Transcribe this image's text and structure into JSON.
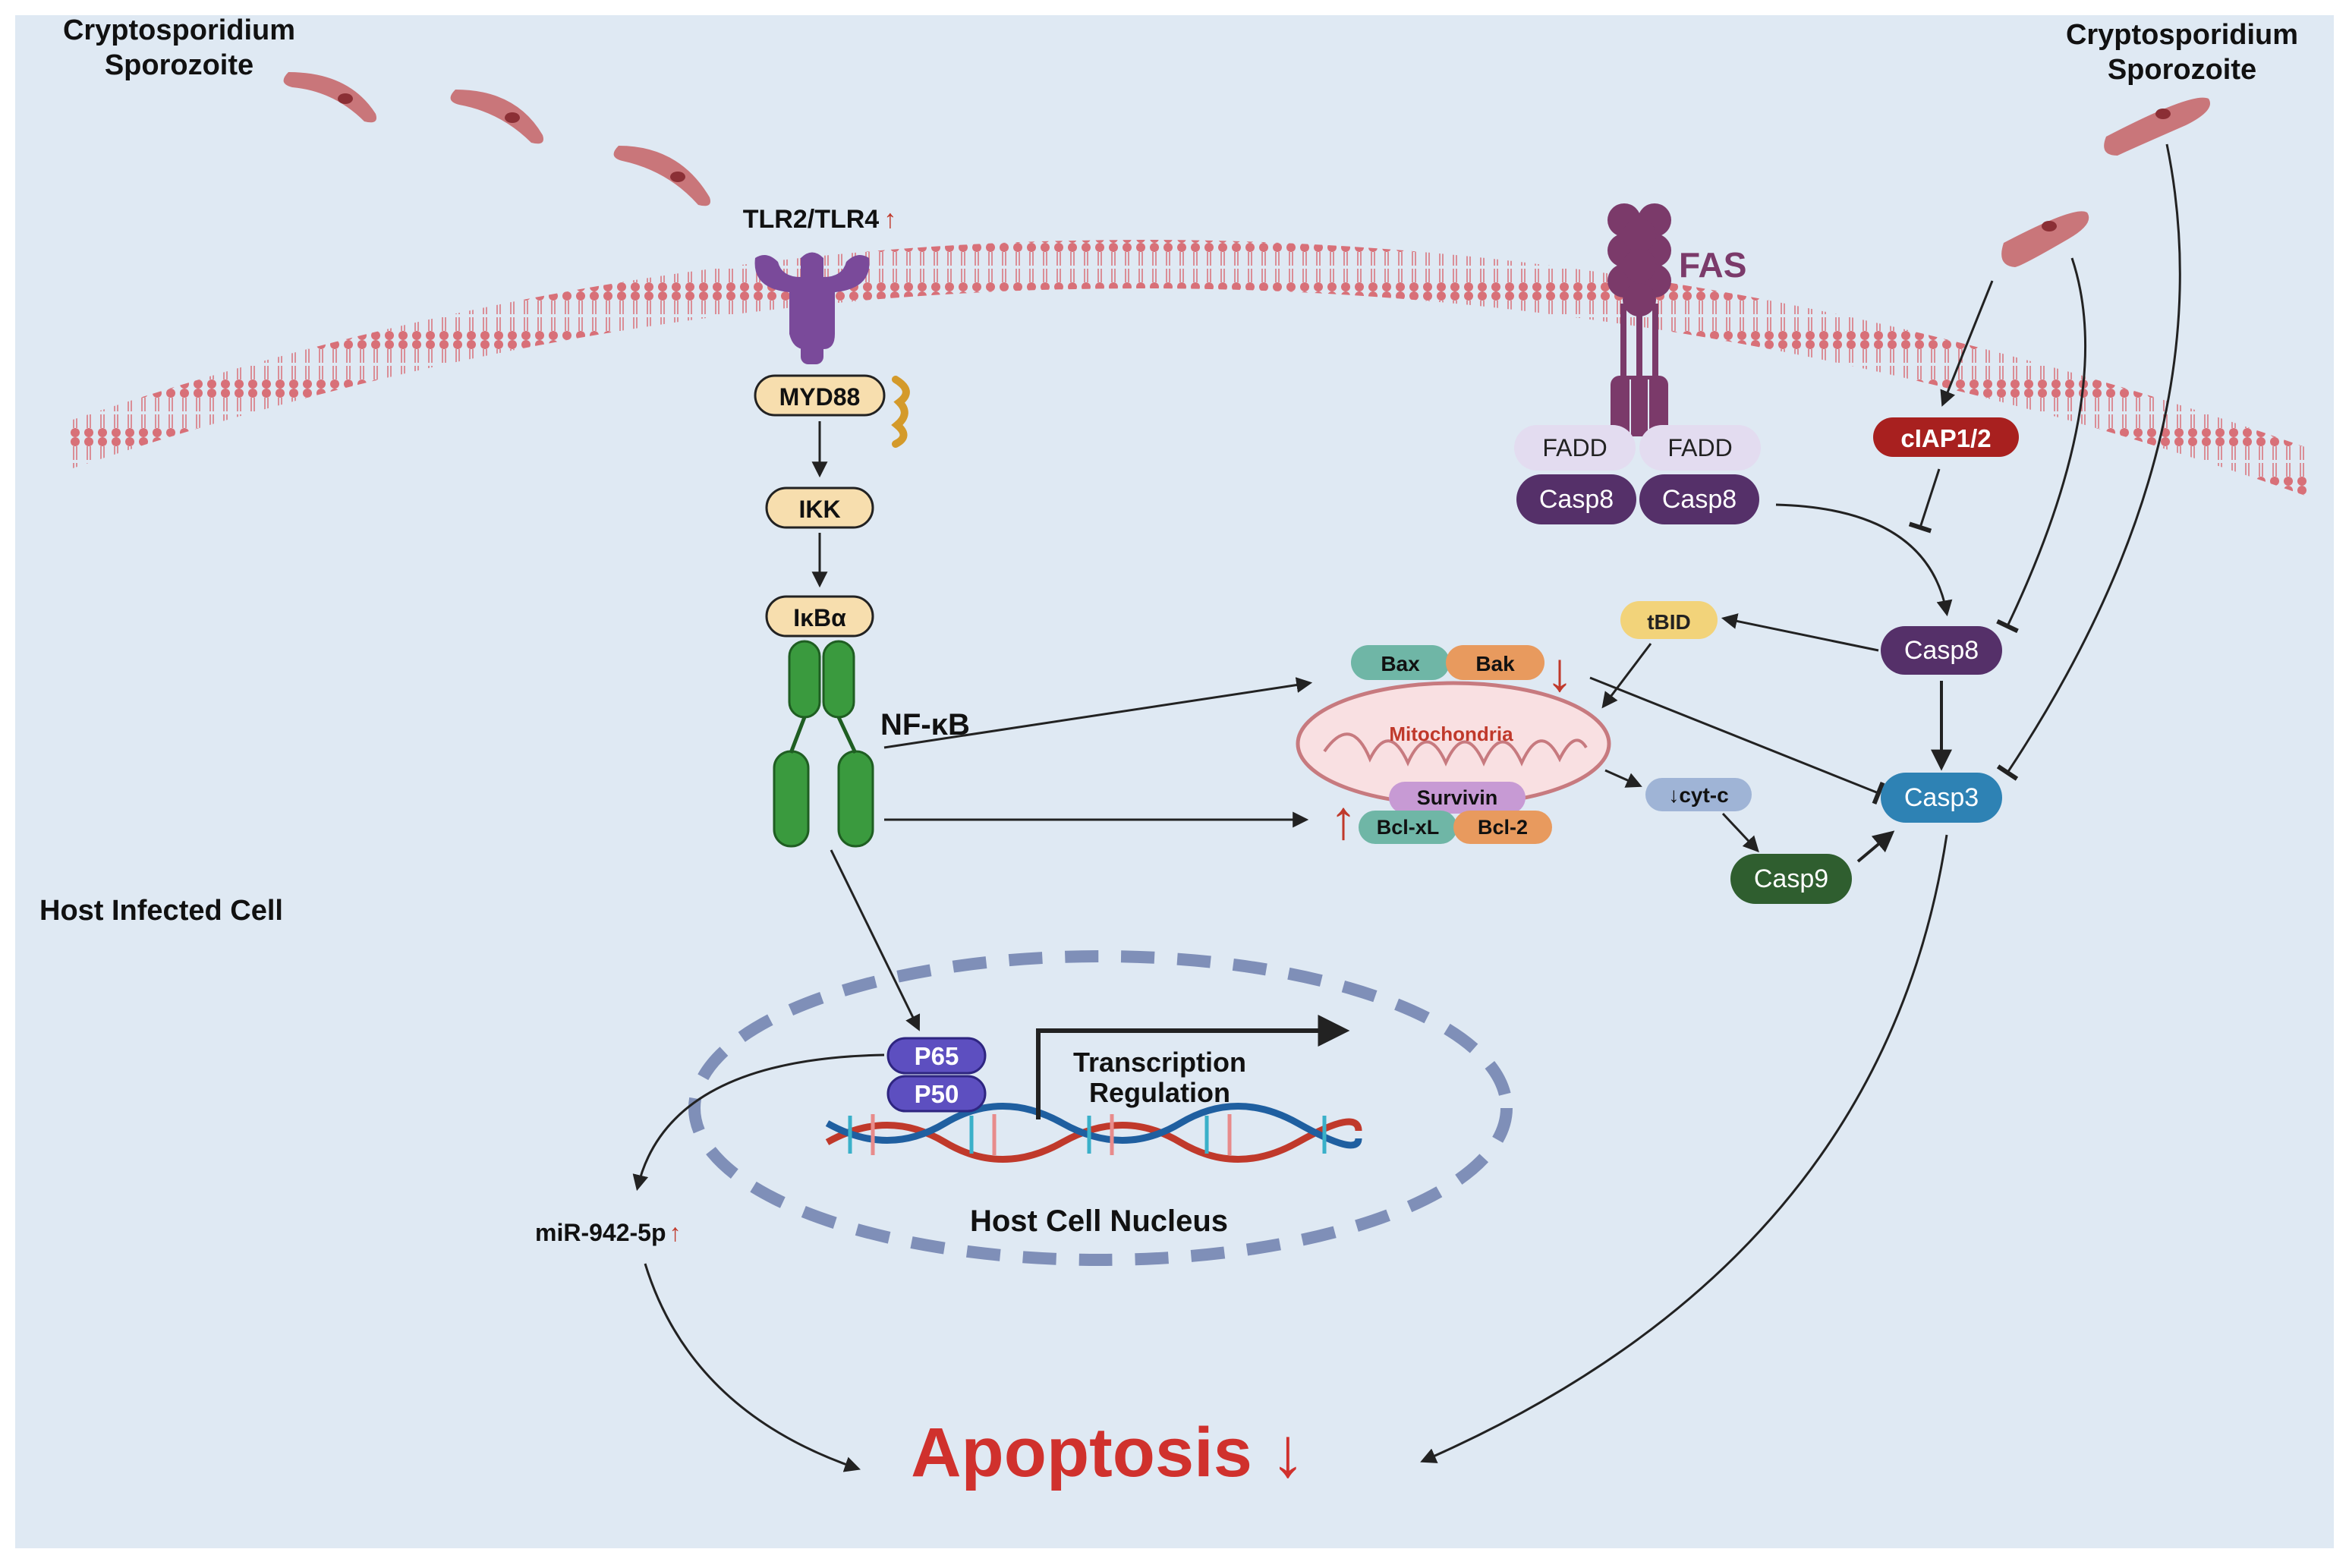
{
  "colors": {
    "background": "#dfe9f3",
    "membrane": "#d87078",
    "tlr": "#7a4a9a",
    "fas": "#7b3a6a",
    "casp8": "#553069",
    "fadd": "#e3dcf0",
    "ciap": "#a8201f",
    "casp3": "#2e82b4",
    "casp9": "#2f5e2f",
    "nfkb": "#3a9a3e",
    "p65p50": "#5d4fc0",
    "tbid": "#f2d37a",
    "bax": "#6fb6a6",
    "bak": "#e89a5e",
    "survivin": "#c79ad4",
    "bclxl": "#6fb6a6",
    "bcl2": "#e89a5e",
    "cytc": "#9fb4d6",
    "apoptosis": "#d0312d",
    "red_arrow": "#c0392b",
    "nucleus_dash": "#7f8fb8",
    "sporozoite": "#c9767a"
  },
  "labels": {
    "sporozoite_left": [
      "Cryptosporidium",
      "Sporozoite"
    ],
    "sporozoite_right": [
      "Cryptosporidium",
      "Sporozoite"
    ],
    "tlr": "TLR2/TLR4",
    "up_arrow": "↑",
    "down_arrow": "↓",
    "myd88": "MYD88",
    "ikk": "IKK",
    "ikba": "IκBα",
    "nfkb": "NF-κB",
    "fas": "FAS",
    "fadd_left": "FADD",
    "fadd_right": "FADD",
    "casp8_left": "Casp8",
    "casp8_right": "Casp8",
    "ciap": "cIAP1/2",
    "casp8": "Casp8",
    "tbid": "tBID",
    "bax": "Bax",
    "bak": "Bak",
    "mitochondria": "Mitochondria",
    "survivin": "Survivin",
    "bclxl": "Bcl-xL",
    "bcl2": "Bcl-2",
    "cytc": "↓cyt-c",
    "casp9": "Casp9",
    "casp3": "Casp3",
    "host_cell": "Host Infected Cell",
    "p65": "P65",
    "p50": "P50",
    "transcription": [
      "Transcription",
      "Regulation"
    ],
    "nucleus": "Host Cell Nucleus",
    "mir": "miR-942-5p",
    "apoptosis": "Apoptosis",
    "apoptosis_arrow": "↓"
  }
}
